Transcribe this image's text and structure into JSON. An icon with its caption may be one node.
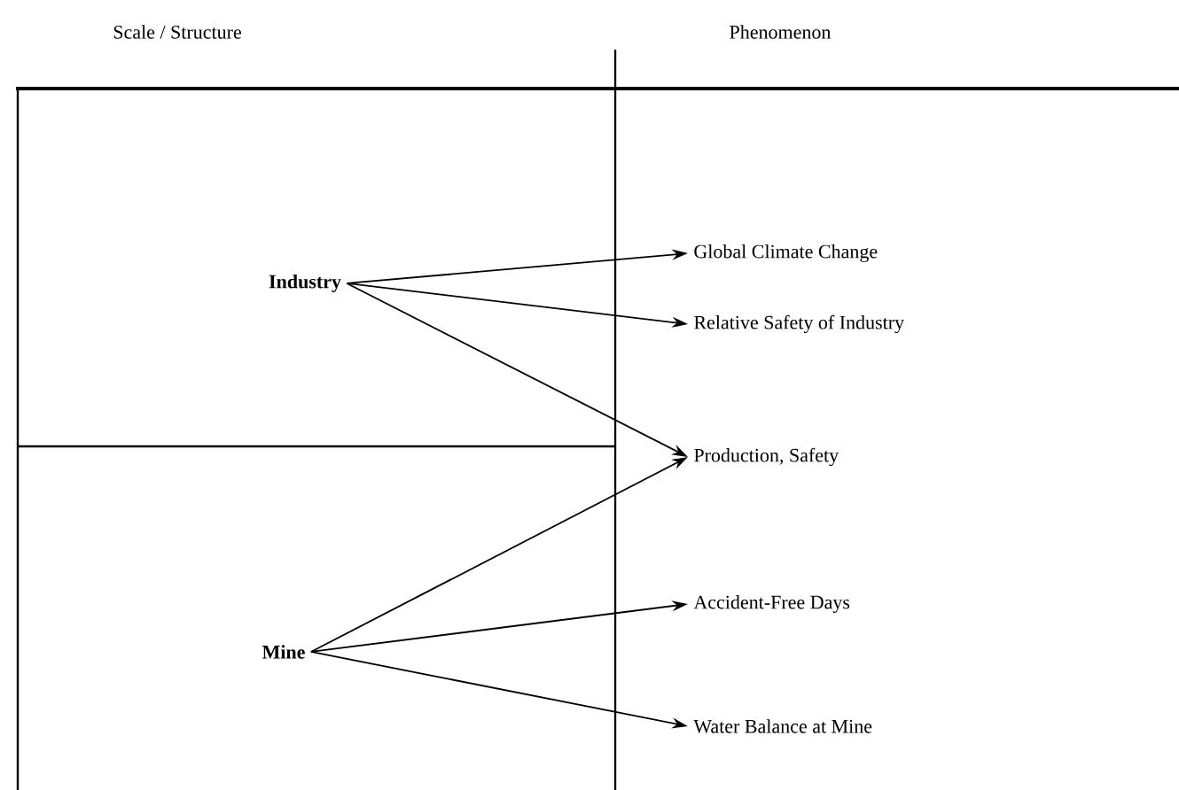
{
  "diagram": {
    "nodes": [
      {
        "text": [
          "Industry"
        ]
      },
      {
        "text": [
          "Mine"
        ]
      },
      {
        "text": [
          "Global Climate Change"
        ]
      },
      {
        "text": [
          "Relative Safety of Industry"
        ]
      },
      {
        "text": [
          "Production, Safety"
        ]
      },
      {
        "text": [
          "Accident-Free Days"
        ]
      },
      {
        "text": [
          "Water Balance at Mine"
        ]
      }
    ],
    "edges": [
      {
        "from": 0,
        "to": 2,
        "arrow": "to"
      },
      {
        "from": 0,
        "to": 3,
        "arrow": "to"
      },
      {
        "from": 0,
        "to": 4,
        "arrow": "to"
      },
      {
        "from": 1,
        "to": 4,
        "arrow": "to"
      },
      {
        "from": 1,
        "to": 5,
        "arrow": "to"
      },
      {
        "from": 1,
        "to": 6,
        "arrow": "to"
      }
    ],
    "labels": [
      "Scale / Structure",
      "Phenomenon"
    ]
  }
}
